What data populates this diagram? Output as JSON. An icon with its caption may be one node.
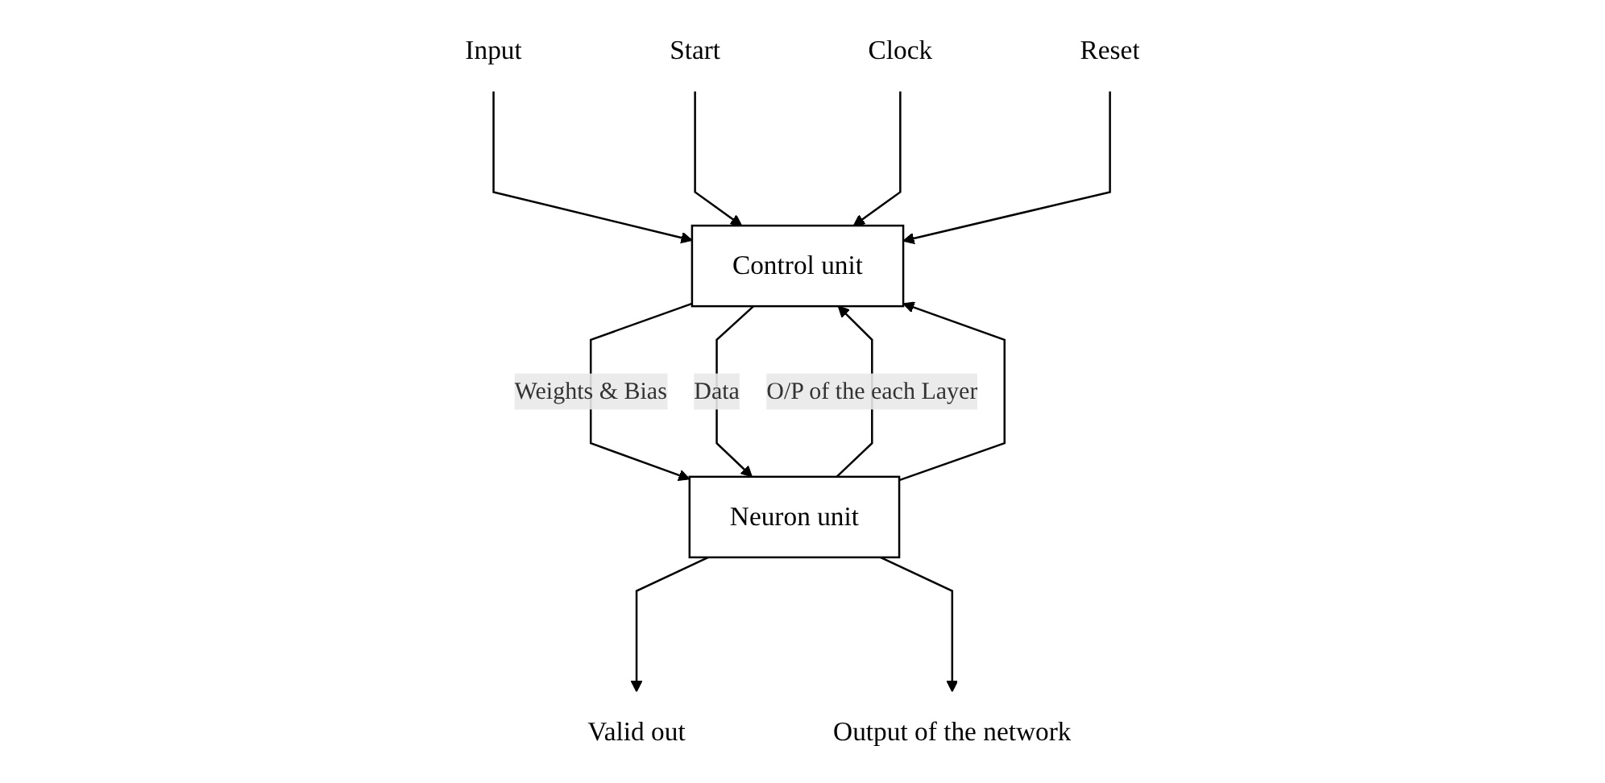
{
  "diagram": {
    "nodes": [
      {
        "text": [
          "Input"
        ]
      },
      {
        "text": [
          "Start"
        ]
      },
      {
        "text": [
          "Clock"
        ]
      },
      {
        "text": [
          "Reset"
        ]
      },
      {
        "text": [
          "Control unit"
        ]
      },
      {
        "text": [
          "Neuron unit"
        ]
      },
      {
        "text": [
          "Valid out"
        ]
      },
      {
        "text": [
          "Output of the network"
        ]
      }
    ],
    "edges": [
      {
        "from": 0,
        "to": 4,
        "arrow": "to"
      },
      {
        "from": 1,
        "to": 4,
        "arrow": "to"
      },
      {
        "from": 2,
        "to": 4,
        "arrow": "to"
      },
      {
        "from": 3,
        "to": 4,
        "arrow": "to"
      },
      {
        "from": 5,
        "to": 4,
        "arrow": "to",
        "label": "O/P of the each Layer"
      },
      {
        "from": 4,
        "to": 5,
        "arrow": "to",
        "label": "Weights & Bias"
      },
      {
        "from": 4,
        "to": 5,
        "arrow": "to",
        "label": "Data"
      },
      {
        "from": 5,
        "to": 6,
        "arrow": "to"
      },
      {
        "from": 5,
        "to": 4,
        "arrow": "to"
      },
      {
        "from": 5,
        "to": 7,
        "arrow": "to"
      }
    ]
  }
}
